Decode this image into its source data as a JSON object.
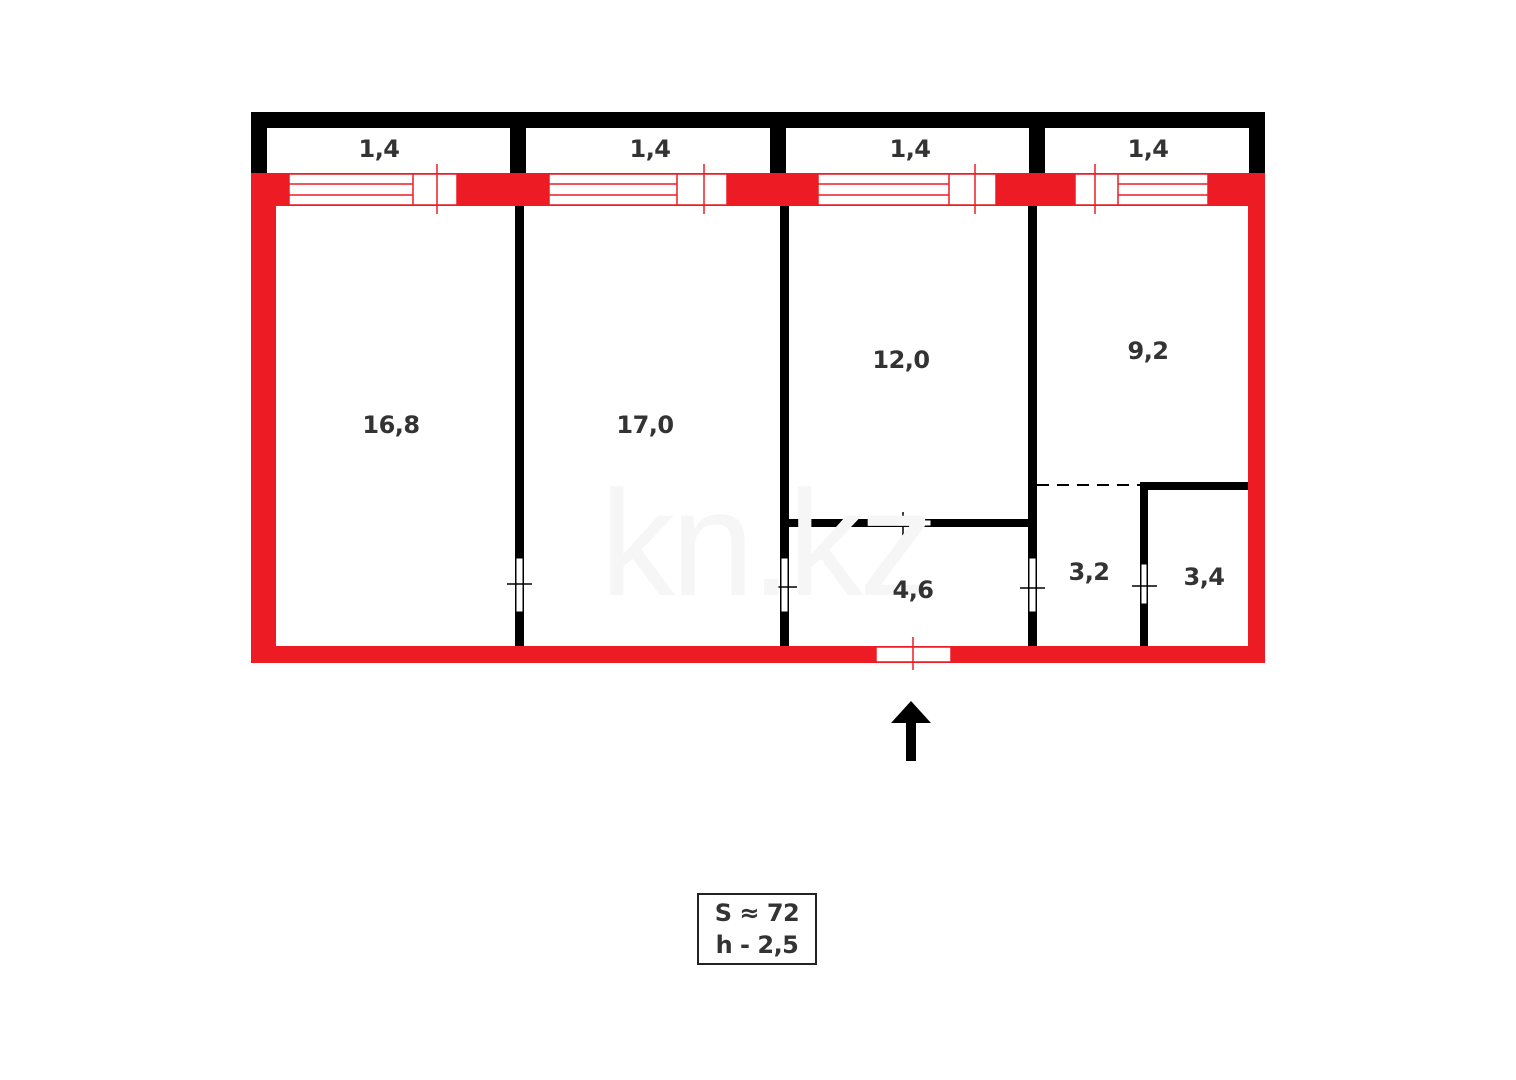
{
  "watermark": "kn.kz",
  "colors": {
    "exterior_wall": "#ed1c24",
    "interior_wall": "#000000",
    "text": "#333333",
    "background": "#ffffff"
  },
  "balconies": [
    {
      "id": "balcony-1",
      "area": "1,4"
    },
    {
      "id": "balcony-2",
      "area": "1,4"
    },
    {
      "id": "balcony-3",
      "area": "1,4"
    },
    {
      "id": "balcony-4",
      "area": "1,4"
    }
  ],
  "rooms": [
    {
      "id": "room-1",
      "area": "16,8"
    },
    {
      "id": "room-2",
      "area": "17,0"
    },
    {
      "id": "room-3",
      "area": "12,0"
    },
    {
      "id": "kitchen",
      "area": "9,2"
    },
    {
      "id": "hallway",
      "area": "4,6"
    },
    {
      "id": "bathroom",
      "area": "3,2"
    },
    {
      "id": "toilet",
      "area": "3,4"
    }
  ],
  "entrance": {
    "icon": "arrow-up-icon"
  },
  "summary": {
    "total_area": "S ≈ 72",
    "ceiling_height": "h - 2,5"
  }
}
